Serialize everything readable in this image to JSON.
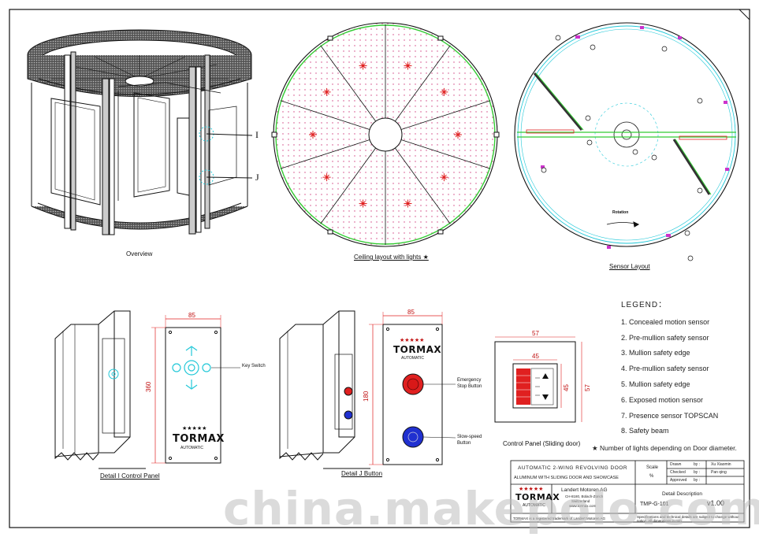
{
  "labels": {
    "overview": "Overview",
    "ceiling": "Ceiling layout with lights ★",
    "sensor": "Sensor Layout",
    "detail_i": "Detail I  Control Panel",
    "detail_j": "Detail J  Button",
    "control_panel_sliding": "Control Panel (Sliding door)",
    "callout_i": "I",
    "callout_j": "J",
    "key_switch": "Key Switch",
    "emergency_stop": "Emergency Stop Button",
    "slow_speed": "Slow-speed Button",
    "rotation": "Rotation"
  },
  "dimensions": {
    "panel1_width": "85",
    "panel1_height": "360",
    "panel2_width": "85",
    "panel2_height": "180",
    "cp_outer_width": "57",
    "cp_inner_width": "45",
    "cp_outer_height": "57",
    "cp_inner_height": "45"
  },
  "brand": {
    "name": "TORMAX",
    "sub": "AUTOMATIC",
    "stars": "★★★★★"
  },
  "legend": {
    "title": "LEGEND：",
    "items": [
      "1. Concealed motion sensor",
      "2. Pre-mullion safety sensor",
      "3. Mullion safety edge",
      "4. Pre-mullion safety sensor",
      "5. Mullion safety edge",
      "6. Exposed motion sensor",
      "7. Presence sensor TOPSCAN",
      "8. Safety beam"
    ],
    "note": "★  Number of lights depending on Door diameter."
  },
  "title_block": {
    "title_line1": "AUTOMATIC 2-WING REVOLVING DOOR",
    "title_line2": "ALUMINUM WITH SLIDING DOOR AND SHOWCASE",
    "scale_label": "Scale",
    "scale_value": "%",
    "drawn_label": "Drawn",
    "drawn_by": "by :",
    "drawn_value": "Xu Xiaomin",
    "checked_label": "Checked",
    "checked_by": "by :",
    "checked_value": "Pan qing",
    "approved_label": "Approved",
    "approved_by": "by :",
    "company": "Landert Motoren AG",
    "address1": "CH-8180, Bülach-Zürich",
    "address2": "Switzerland",
    "address3": "www.tormax.com",
    "detail_label": "Detail Description",
    "drawing_no": "TMP-G-101",
    "version": "v1.00",
    "footer_left": "TORMAX is a registered trademark of Landert Motoren AG",
    "footer_right": "Specifications and technical details are subject to change without notice. All dimensions in mm."
  },
  "watermark": "china.makepolo.com",
  "colors": {
    "line": "#111111",
    "green": "#33cc33",
    "cyan": "#22c8d8",
    "red": "#e02020",
    "magenta": "#cc33cc",
    "blue": "#2030d0"
  }
}
